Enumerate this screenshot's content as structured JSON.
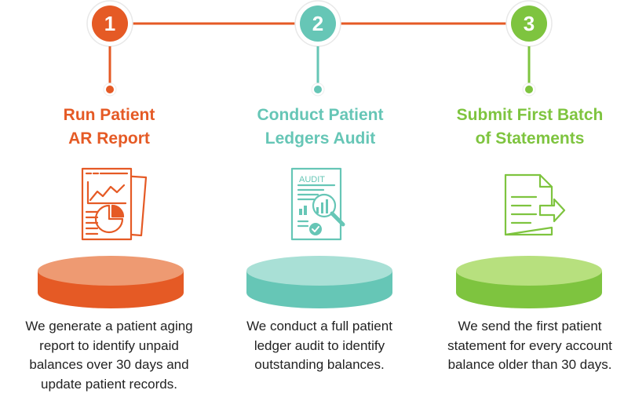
{
  "colors": {
    "orange": "#e55a25",
    "orange_light": "#ee9a72",
    "teal": "#66c6b6",
    "teal_light": "#a9e0d6",
    "green": "#7ec43f",
    "green_light": "#b7e07e",
    "connector_line": "#e55a25"
  },
  "steps": [
    {
      "number": "1",
      "title_lines": [
        "Run Patient",
        "AR Report"
      ],
      "icon": "report-chart-icon",
      "description_lines": [
        "We generate a patient aging",
        "report to identify unpaid",
        "balances over 30 days and",
        "update patient records."
      ]
    },
    {
      "number": "2",
      "title_lines": [
        "Conduct Patient",
        "Ledgers Audit"
      ],
      "icon": "audit-magnifier-icon",
      "icon_label": "AUDIT",
      "description_lines": [
        "We conduct a full patient",
        "ledger audit to identify",
        "outstanding balances."
      ]
    },
    {
      "number": "3",
      "title_lines": [
        "Submit First Batch",
        "of Statements"
      ],
      "icon": "document-send-icon",
      "description_lines": [
        "We send the first patient",
        "statement for every account",
        "balance older than 30 days."
      ]
    }
  ]
}
